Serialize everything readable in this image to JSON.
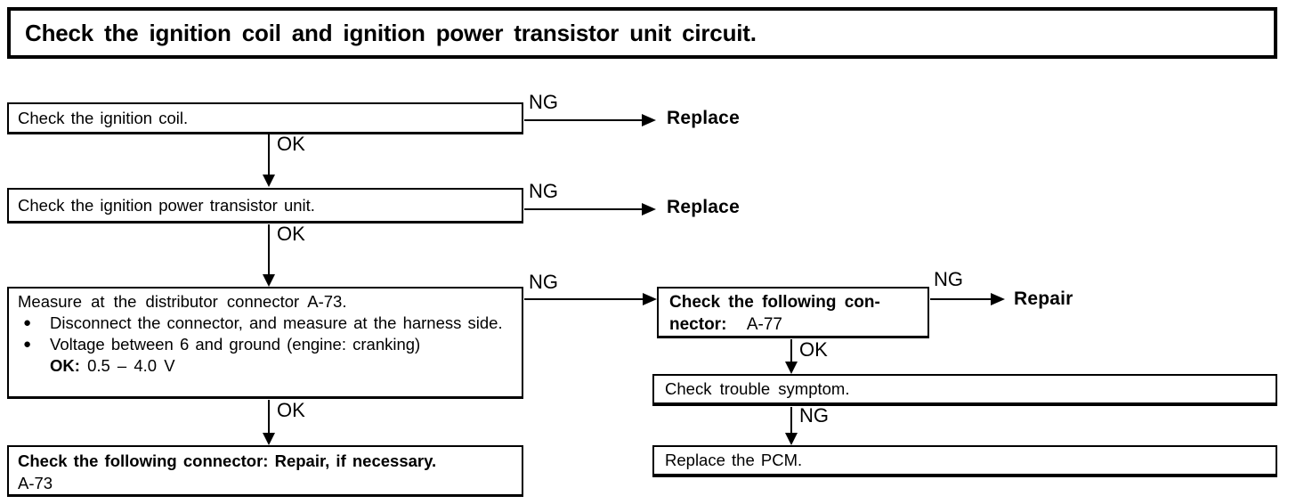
{
  "title": "Check the ignition coil and ignition power transistor unit circuit.",
  "labels": {
    "ng": "NG",
    "ok": "OK"
  },
  "bullet": "●",
  "boxes": {
    "coil": {
      "text": "Check the ignition coil."
    },
    "transistor": {
      "text": "Check the ignition power transistor unit."
    },
    "measure": {
      "title": "Measure at the distributor connector A-73.",
      "bullets": [
        "Disconnect the connector, and measure at the harness side.",
        "Voltage between 6 and ground (engine: cranking)"
      ],
      "ok_label": "OK:",
      "ok_value": "0.5 – 4.0 V"
    },
    "connector_a73": {
      "line1": "Check the following connector: Repair, if necessary.",
      "line2": "A-73"
    },
    "connector_a77": {
      "line1": "Check the following con-",
      "line2_bold": "nector:",
      "line2_value": "A-77"
    },
    "symptom": {
      "text": "Check trouble symptom."
    },
    "pcm": {
      "text": "Replace the PCM."
    }
  },
  "terminals": {
    "replace_coil": "Replace",
    "replace_transistor": "Replace",
    "repair": "Repair"
  }
}
